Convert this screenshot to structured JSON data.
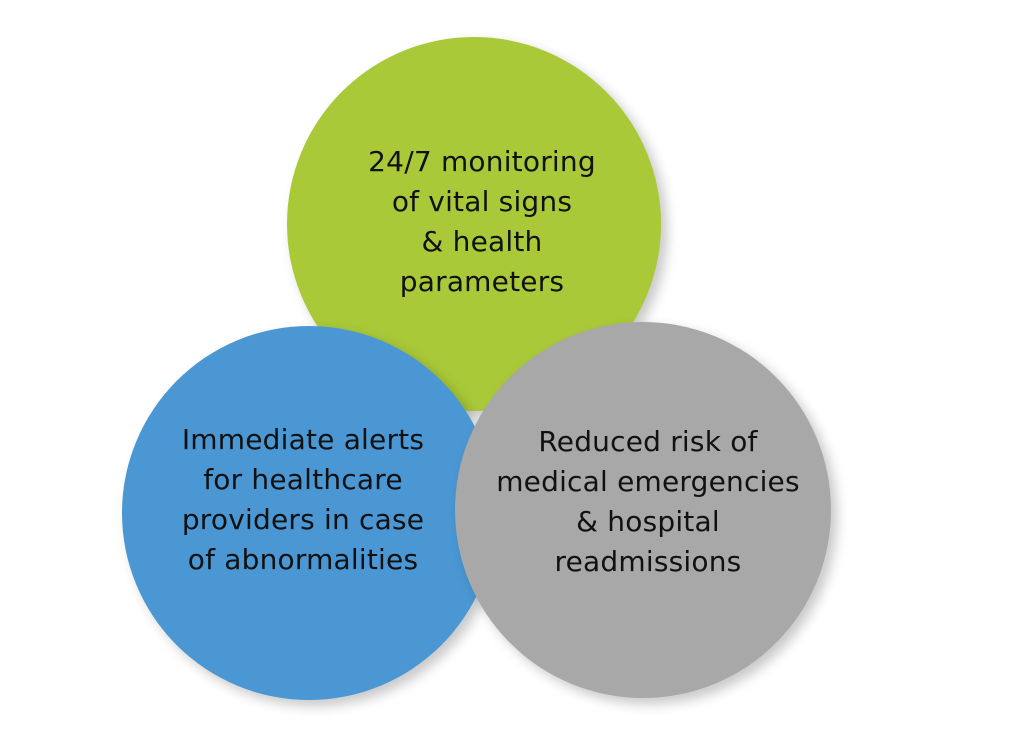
{
  "circles": {
    "green": {
      "color": "#a9c938",
      "lines": [
        "24/7 monitoring",
        "of vital signs",
        "& health",
        "parameters"
      ]
    },
    "blue": {
      "color": "#4a97d4",
      "lines": [
        "Immediate alerts",
        "for healthcare",
        "providers in case",
        "of abnormalities"
      ]
    },
    "grey": {
      "color": "#a8a8a8",
      "lines": [
        "Reduced risk of",
        "medical emergencies",
        "& hospital",
        "readmissions"
      ]
    }
  }
}
